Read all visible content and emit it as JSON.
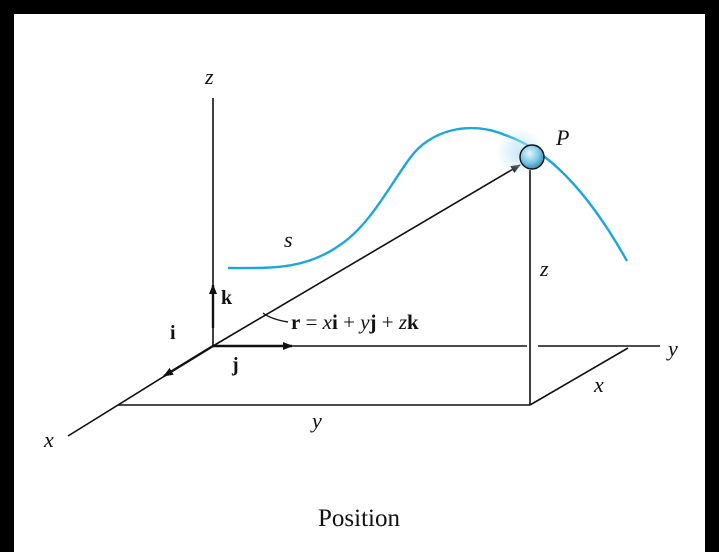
{
  "figure": {
    "caption": "Position",
    "colors": {
      "background": "#ffffff",
      "ink": "#111111",
      "path": "#1aa7dc",
      "particle": "#7fc7e6",
      "frame": "#000000"
    },
    "axes": {
      "x": "x",
      "y": "y",
      "z": "z"
    },
    "unit_vectors": {
      "i": "i",
      "j": "j",
      "k": "k"
    },
    "path_label": "s",
    "point_label": "P",
    "dimensions": {
      "x": "x",
      "y": "y",
      "z": "z"
    },
    "vector_eq": {
      "r": "r",
      "eq": " = ",
      "x": "x",
      "i": "i",
      "plus1": " + ",
      "y": "y",
      "j": "j",
      "plus2": " + ",
      "z": "z",
      "k": "k"
    }
  }
}
